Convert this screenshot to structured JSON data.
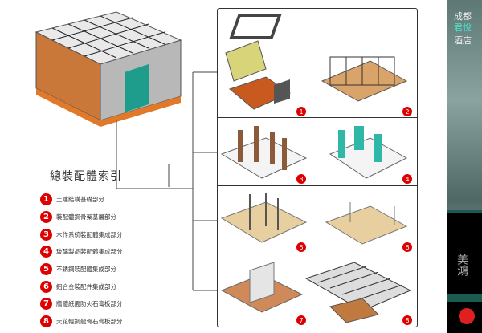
{
  "index_title": "總裝配體索引",
  "legend": [
    {
      "num": "1",
      "label": "土建結構基礎部分"
    },
    {
      "num": "2",
      "label": "裝配體鋼骨架基層部分"
    },
    {
      "num": "3",
      "label": "木作系統裝配體集成部分"
    },
    {
      "num": "4",
      "label": "玻璃製品裝配體集成部分"
    },
    {
      "num": "5",
      "label": "不銹鋼裝配體集成部分"
    },
    {
      "num": "6",
      "label": "鋁合金裝配件集成部分"
    },
    {
      "num": "7",
      "label": "牆體紙面防火石膏板部分"
    },
    {
      "num": "8",
      "label": "天花輕鋼龍骨石膏板部分"
    }
  ],
  "panel_badges": [
    "1",
    "2",
    "3",
    "4",
    "5",
    "6",
    "7",
    "8"
  ],
  "sidebar": {
    "line1": "成都",
    "line2": "君悅",
    "line3": "酒店",
    "logo_text": "美鴻"
  },
  "colors": {
    "badge": "#dd0000",
    "accent": "#2fb7a8",
    "wood": "#d9a36a"
  }
}
